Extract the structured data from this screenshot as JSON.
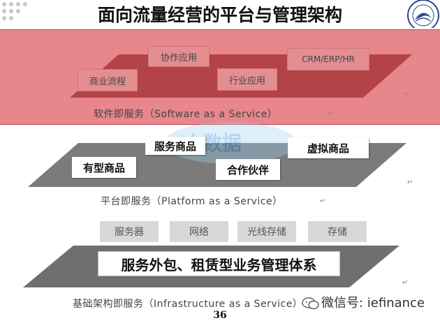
{
  "title": "面向流量经营的平台与管理架构",
  "page_number": "36",
  "watermark": "微信号: iefinance",
  "return_mark": "↵",
  "saas": {
    "items": [
      "协作应用",
      "CRM/ERP/HR",
      "商业流程",
      "行业应用"
    ],
    "caption": "软件即服务（Software as a Service）"
  },
  "paas": {
    "items": [
      "服务商品",
      "虚拟商品",
      "有型商品",
      "合作伙伴"
    ],
    "caption": "平台即服务（Platform as a Service）"
  },
  "iaas": {
    "items": [
      "服务器",
      "网络",
      "光线存储",
      "存储"
    ],
    "banner": "服务外包、租赁型业务管理体系",
    "caption": "基础架构即服务（Infrastructure as a Service）"
  },
  "colors": {
    "saas_band": "#e7868b",
    "saas_plane": "#b34347",
    "plane_gray": "#7b7b7b",
    "title": "#111111"
  },
  "icons": [
    "wechat-icon",
    "university-logo",
    "cloud-watermark"
  ]
}
